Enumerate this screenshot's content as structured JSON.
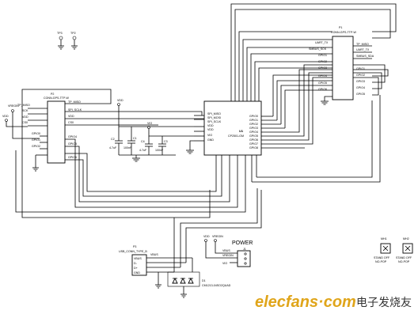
{
  "test_points": [
    "TP3",
    "TP2"
  ],
  "p2": {
    "ref": "P2",
    "part": "CONN-GPS-TTP-W",
    "pins_left": [
      "TP_MISO",
      "SCK",
      "VDD",
      "CS0",
      "GPIO0",
      "GPIO1",
      "GPIO2"
    ],
    "pins_right": [
      "TP_MISO",
      "SPI_SCLK",
      "VDD",
      "CS0",
      "GPIO4",
      "GPIO5",
      "GPIO6"
    ]
  },
  "p1": {
    "ref": "P1",
    "part": "CONN-GPS-TTP-W",
    "pins_left": [
      "UART_TX",
      "SMBUS_SCK",
      "GPIO1",
      "GPIO2",
      "GPIO3",
      "GPIO4",
      "GPIO5",
      "GPIO6"
    ],
    "pins_right": [
      "TP_MISO",
      "UART_TX",
      "SMBUS_SDA",
      "GPIO1",
      "GPIO2",
      "GPIO3",
      "GPIO4",
      "GPIO5",
      "GPIO6"
    ]
  },
  "u1": {
    "ref": "U1",
    "part": "CP2501-GM",
    "pins_left": [
      "SPI_MISO",
      "SPI_MOSI",
      "SPI_SCLK",
      "VDD",
      "VDD",
      "VIO",
      "GND"
    ],
    "pins_right": [
      "GPIO0",
      "GPIO1",
      "GPIO2",
      "GPIO3",
      "GPIO4",
      "GPIO5",
      "GPIO6",
      "GPIO7",
      "GPIO8"
    ]
  },
  "caps": [
    {
      "ref": "C2",
      "value": "4.7uF"
    },
    {
      "ref": "C1",
      "value": "100nF"
    },
    {
      "ref": "C4",
      "value": "4.7uF"
    },
    {
      "ref": "C3",
      "value": "100nF"
    }
  ],
  "nets": {
    "vdd": "VDD",
    "vbus": "VBUS",
    "vregin": "VREGIN",
    "vio": "VIO"
  },
  "p3": {
    "ref": "P3",
    "part": "USB_CONN_TYPE_B",
    "pins": [
      "VBUS",
      "D-",
      "D+",
      "GND"
    ]
  },
  "d1": {
    "ref": "D1",
    "part": "CM1213-04SO2QUAD"
  },
  "power": {
    "title": "POWER",
    "ref": "J1",
    "pins": [
      "VBUS",
      "VREGIN",
      "VIO"
    ]
  },
  "mh": [
    {
      "ref": "MH1",
      "l1": "STAND OFF",
      "l2": "NO-POP"
    },
    {
      "ref": "MH2",
      "l1": "STAND OFF",
      "l2": "NO-POP"
    }
  ],
  "watermark": {
    "text": "elecfans·com",
    "cn": "电子发烧友"
  }
}
